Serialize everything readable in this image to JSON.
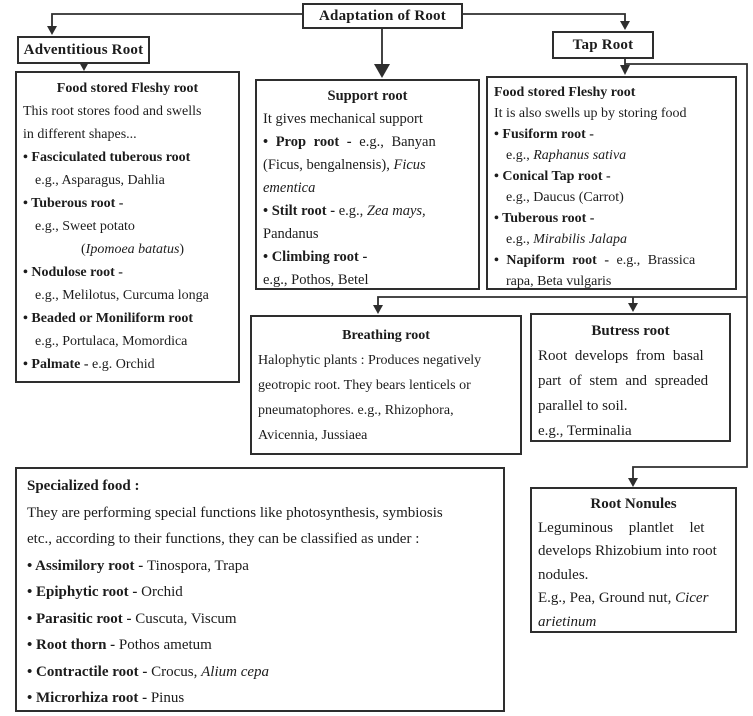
{
  "diagram": {
    "root_label": "Adaptation of Root",
    "branch_left_label": "Adventitious Root",
    "branch_right_label": "Tap Root"
  },
  "boxes": {
    "left_food": {
      "title": "Food stored Fleshy root",
      "lines": [
        {
          "parts": [
            {
              "t": "This root stores food and swells"
            }
          ]
        },
        {
          "parts": [
            {
              "t": "in different shapes..."
            }
          ]
        },
        {
          "parts": [
            {
              "t": "• Fasciculated tuberous root",
              "b": 1
            }
          ]
        },
        {
          "ind": 1,
          "parts": [
            {
              "t": "e.g., Asparagus, Dahlia"
            }
          ]
        },
        {
          "parts": [
            {
              "t": "• Tuberous root -",
              "b": 1
            }
          ]
        },
        {
          "ind": 1,
          "parts": [
            {
              "t": "e.g., Sweet potato"
            }
          ]
        },
        {
          "ind": 2,
          "parts": [
            {
              "t": "("
            },
            {
              "t": "Ipomoea batatus",
              "i": 1
            },
            {
              "t": ")"
            }
          ]
        },
        {
          "parts": [
            {
              "t": "• Nodulose root -",
              "b": 1
            }
          ]
        },
        {
          "ind": 1,
          "parts": [
            {
              "t": "e.g., Melilotus, Curcuma longa"
            }
          ]
        },
        {
          "parts": [
            {
              "t": "• Beaded or Moniliform root",
              "b": 1
            }
          ]
        },
        {
          "ind": 1,
          "parts": [
            {
              "t": "e.g., Portulaca, Momordica"
            }
          ]
        },
        {
          "parts": [
            {
              "t": "• Palmate - ",
              "b": 1
            },
            {
              "t": "e.g. Orchid"
            }
          ]
        }
      ]
    },
    "support": {
      "title": "Support root",
      "lines": [
        {
          "parts": [
            {
              "t": "It gives mechanical support"
            }
          ]
        },
        {
          "j": 1,
          "parts": [
            {
              "t": "• Prop root - ",
              "b": 1
            },
            {
              "t": "e.g., Banyan"
            }
          ]
        },
        {
          "parts": [
            {
              "t": "(Ficus, bengalnensis), "
            },
            {
              "t": "Ficus",
              "i": 1
            }
          ]
        },
        {
          "parts": [
            {
              "t": "ementica",
              "i": 1
            }
          ]
        },
        {
          "parts": [
            {
              "t": "• Stilt root - ",
              "b": 1
            },
            {
              "t": "e.g., "
            },
            {
              "t": "Zea mays,",
              "i": 1
            }
          ]
        },
        {
          "parts": [
            {
              "t": "Pandanus"
            }
          ]
        },
        {
          "parts": [
            {
              "t": "• Climbing root -",
              "b": 1
            }
          ]
        },
        {
          "parts": [
            {
              "t": "e.g., Pothos, Betel"
            }
          ]
        }
      ]
    },
    "right_food": {
      "title": "Food stored Fleshy root",
      "lines": [
        {
          "parts": [
            {
              "t": "It is also swells up by storing food"
            }
          ]
        },
        {
          "parts": [
            {
              "t": "• Fusiform root -",
              "b": 1
            }
          ]
        },
        {
          "ind": 1,
          "parts": [
            {
              "t": "e.g., "
            },
            {
              "t": "Raphanus sativa",
              "i": 1
            }
          ]
        },
        {
          "parts": [
            {
              "t": "• Conical Tap root -",
              "b": 1
            }
          ]
        },
        {
          "ind": 1,
          "parts": [
            {
              "t": "e.g., Daucus (Carrot)"
            }
          ]
        },
        {
          "parts": [
            {
              "t": "• Tuberous root -",
              "b": 1
            }
          ]
        },
        {
          "ind": 1,
          "parts": [
            {
              "t": "e.g., "
            },
            {
              "t": "Mirabilis Jalapa",
              "i": 1
            }
          ]
        },
        {
          "j": 1,
          "parts": [
            {
              "t": "• Napiform root - ",
              "b": 1
            },
            {
              "t": "e.g., Brassica"
            }
          ]
        },
        {
          "ind": 1,
          "parts": [
            {
              "t": "rapa, Beta vulgaris"
            }
          ]
        }
      ]
    },
    "breathing": {
      "title": "Breathing root",
      "lines": [
        {
          "parts": [
            {
              "t": "Halophytic plants : Produces negatively"
            }
          ]
        },
        {
          "parts": [
            {
              "t": "geotropic root. They bears lenticels or"
            }
          ]
        },
        {
          "parts": [
            {
              "t": "pneumatophores. e.g., Rhizophora,"
            }
          ]
        },
        {
          "parts": [
            {
              "t": "Avicennia, Jussiaea"
            }
          ]
        }
      ]
    },
    "buttress": {
      "title": "Butress root",
      "lines": [
        {
          "j": 1,
          "parts": [
            {
              "t": "Root develops from basal"
            }
          ]
        },
        {
          "j": 1,
          "parts": [
            {
              "t": "part of stem and spreaded"
            }
          ]
        },
        {
          "parts": [
            {
              "t": "parallel to soil."
            }
          ]
        },
        {
          "parts": [
            {
              "t": "e.g., Terminalia"
            }
          ]
        }
      ]
    },
    "specialized": {
      "title": "Specialized food :",
      "lines": [
        {
          "parts": [
            {
              "t": "They are performing special functions like photosynthesis, symbiosis"
            }
          ]
        },
        {
          "parts": [
            {
              "t": "etc., according to their functions, they can be classified as under :"
            }
          ]
        },
        {
          "parts": [
            {
              "t": "• Assimilory root - ",
              "b": 1
            },
            {
              "t": "Tinospora, Trapa"
            }
          ]
        },
        {
          "parts": [
            {
              "t": "• Epiphytic root - ",
              "b": 1
            },
            {
              "t": "Orchid"
            }
          ]
        },
        {
          "parts": [
            {
              "t": "• Parasitic root - ",
              "b": 1
            },
            {
              "t": "Cuscuta, Viscum"
            }
          ]
        },
        {
          "parts": [
            {
              "t": "• Root thorn - ",
              "b": 1
            },
            {
              "t": "Pothos ametum"
            }
          ]
        },
        {
          "parts": [
            {
              "t": "• Contractile root - ",
              "b": 1
            },
            {
              "t": "Crocus, "
            },
            {
              "t": "Alium cepa",
              "i": 1
            }
          ]
        },
        {
          "parts": [
            {
              "t": "• Microrhiza root - ",
              "b": 1
            },
            {
              "t": "Pinus"
            }
          ]
        }
      ]
    },
    "nodules": {
      "title": "Root Nonules",
      "lines": [
        {
          "j": 2,
          "parts": [
            {
              "t": "Leguminous plantlet let"
            }
          ]
        },
        {
          "parts": [
            {
              "t": "develops Rhizobium into root"
            }
          ]
        },
        {
          "parts": [
            {
              "t": "nodules."
            }
          ]
        },
        {
          "parts": [
            {
              "t": "E.g., Pea, Ground nut, "
            },
            {
              "t": "Cicer",
              "i": 1
            }
          ]
        },
        {
          "parts": [
            {
              "t": "arietinum",
              "i": 1
            }
          ]
        }
      ]
    }
  },
  "style": {
    "line_color": "#2e2e2e",
    "text_color": "#1c1c1c",
    "background": "#ffffff"
  }
}
